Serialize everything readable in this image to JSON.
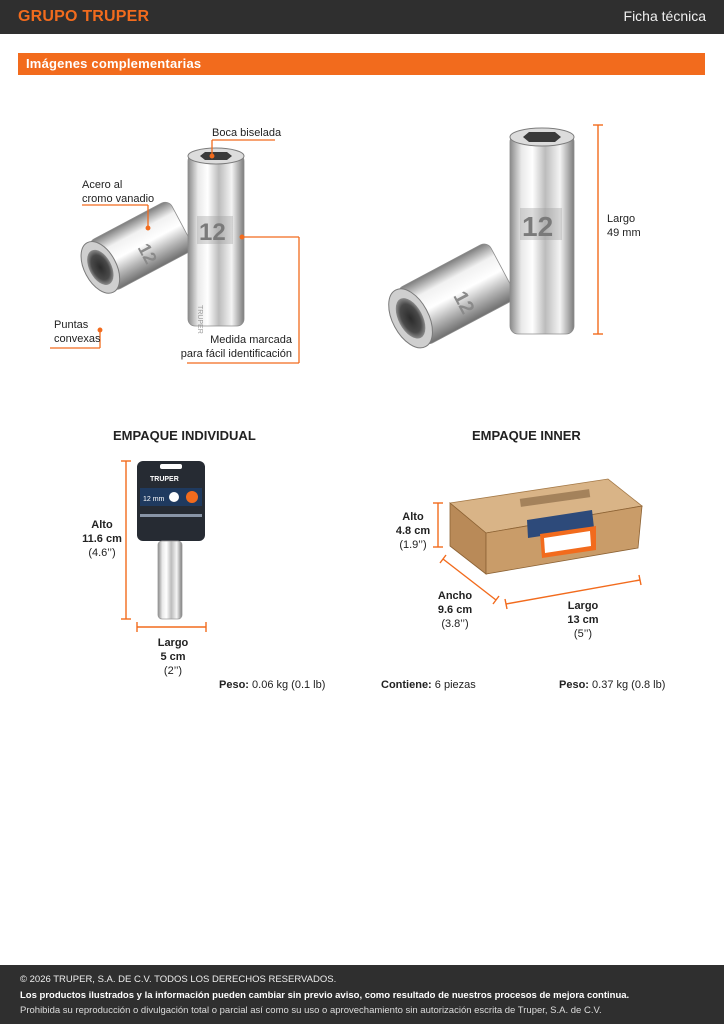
{
  "header": {
    "logo": "GRUPO TRUPER",
    "title": "Ficha técnica"
  },
  "section_title": "Imágenes complementarias",
  "product_callouts": {
    "boca": "Boca biselada",
    "acero_1": "Acero al",
    "acero_2": "cromo vanadio",
    "puntas_1": "Puntas",
    "puntas_2": "convexas",
    "medida_1": "Medida marcada",
    "medida_2": "para fácil identificación",
    "socket_number": "12",
    "socket_brand": "TRUPER"
  },
  "dimension_right": {
    "label": "Largo",
    "value": "49 mm"
  },
  "empaque_individual": {
    "title": "EMPAQUE INDIVIDUAL",
    "alto_label": "Alto",
    "alto_value": "11.6 cm",
    "alto_inch": "(4.6’’)",
    "largo_label": "Largo",
    "largo_value": "5 cm",
    "largo_inch": "(2’’)",
    "peso_label": "Peso:",
    "peso_value": "0.06 kg (0.1 lb)",
    "card_brand": "TRUPER",
    "card_size": "12 mm"
  },
  "empaque_inner": {
    "title": "EMPAQUE INNER",
    "alto_label": "Alto",
    "alto_value": "4.8 cm",
    "alto_inch": "(1.9’’)",
    "ancho_label": "Ancho",
    "ancho_value": "9.6 cm",
    "ancho_inch": "(3.8’’)",
    "largo_label": "Largo",
    "largo_value": "13 cm",
    "largo_inch": "(5’’)",
    "contiene_label": "Contiene:",
    "contiene_value": "6 piezas",
    "peso_label": "Peso:",
    "peso_value": "0.37 kg (0.8 lb)"
  },
  "footer": {
    "line1": "© 2026 TRUPER, S.A. DE C.V. TODOS LOS DERECHOS RESERVADOS.",
    "line2": "Los productos ilustrados y la información pueden cambiar sin previo aviso, como resultado de nuestros procesos de mejora continua.",
    "line3": "Prohibida su reproducción o divulgación total o parcial así como su uso o aprovechamiento sin autorización escrita de Truper, S.A. de C.V."
  },
  "colors": {
    "accent": "#f26b1d",
    "dark": "#2f2f2f"
  }
}
